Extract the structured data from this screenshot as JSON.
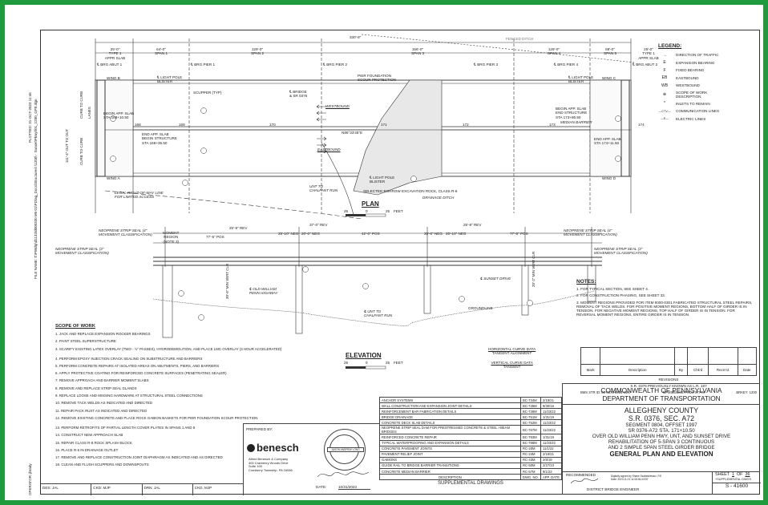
{
  "plot_info": {
    "plotted": "PLOTTED:  31-OCT-2023 11:46",
    "file_name": "FILE NAME: T:\\PWdtp\\d1133\\d000330 M0 01\\PD\\ag_Docs\\Structures\\ \\1200\\ - Sunset\\Pkwy\\\\01_1200_GPE.dgn",
    "operator": "OPERATOR: jbrady"
  },
  "plan": {
    "title": "PLAN",
    "scale_labels": [
      "25",
      "0",
      "25"
    ],
    "scale_unit": "FEET",
    "overall_length": "330'-6\"",
    "spans": [
      {
        "dim": "25'-0\"",
        "label": "TYPE 1\nAPPR SLAB"
      },
      {
        "dim": "64'-0\"",
        "label": "SPAN 1"
      },
      {
        "dim": "129'-0\"",
        "label": "SPAN 2"
      },
      {
        "dim": "156'-0\"",
        "label": "SPAN 3"
      },
      {
        "dim": "129'-0\"",
        "label": "SPAN 4"
      },
      {
        "dim": "68'-0\"",
        "label": "SPAN 5"
      },
      {
        "dim": "25'-0\"",
        "label": "TYPE 1\nAPPR SLAB"
      }
    ],
    "bearings": [
      "℄ BRG ABUT 1",
      "℄ BRG PIER 1",
      "℄ BRG PIER 2",
      "℄ BRG PIER 3",
      "℄ BRG PIER 4",
      "℄ BRG ABUT 2"
    ],
    "stations": [
      "168",
      "169",
      "170",
      "171",
      "172",
      "173",
      "174"
    ],
    "wings": [
      "WING B",
      "WING A",
      "WING C",
      "WING D"
    ],
    "labels": {
      "light_pole_top": "℄ LIGHT POLE\nBLISTER",
      "light_pole_right": "℄ LIGHT POLE\nBLISTER",
      "light_pole_bottom": "℄ LIGHT POLE\nBLISTER",
      "scupper": "SCUPPER (TYP)",
      "bridge_cl": "℄ BRIDGE\n& SR 0376",
      "westbound": "WESTBOUND",
      "eastbound": "EASTBOUND",
      "bearing": "N86°33'45\"E",
      "pier_scour": "PIER FOUNDATION\nSCOUR PROTECTION",
      "begin_slab_left": "BEGIN APP. SLAB\nSTA 168+10.50",
      "end_slab_left": "END APP. SLAB\nBEGIN STRUCTURE\nSTA 168+35.50",
      "begin_slab_right": "BEGIN APP. SLAB\nEND STRUCTURE\nSTA 173+86.50",
      "end_slab_right": "END APP. SLAB\nSTA 174+11.50",
      "median_barrier": "MEDIAN BARRIER",
      "row_line": "LEGAL RIGHT-OF-WAY LINE\nFOR LIMITED ACCESS",
      "chalfant_run_plan": "UNT TO\nCHALFANT RUN",
      "borrow": "SELECTED BORROW EXCAVATION ROCK, CLASS R-6",
      "drainage": "DRAINAGE DITCH",
      "fenced": "FENCED DITCH",
      "curb_top": "CURB TO CURB",
      "curb_bot": "CURB TO CURB",
      "out_to_out": "111'-4\" OUT TO OUT",
      "lanes": "LANES"
    }
  },
  "elevation": {
    "title": "ELEVATION",
    "scale_labels": [
      "25",
      "0",
      "25"
    ],
    "scale_unit": "FEET",
    "moment_region": "MOMENT\nREGION\n(NOTE 3)",
    "dims": [
      "77'-5\" POS",
      "25'-8\" REV",
      "25'-10\" NEG",
      "20'-0\" NEG",
      "37'-0\" REV",
      "42'-0\" POS",
      "20'-0\" NEG",
      "25'-10\" NEG",
      "25'-8\" REV",
      "77'-5\" POS"
    ],
    "seals": {
      "left_top": "NEOPRENE STRIP SEAL (4\"\nMOVEMENT CLASSIFICATION)",
      "left_mid": "NEOPRENE STRIP SEAL (3\"\nMOVEMENT CLASSIFICATION)",
      "right_top": "NEOPRENE STRIP SEAL (4\"\nMOVEMENT CLASSIFICATION)",
      "right_mid": "NEOPRENE STRIP SEAL (3\"\nMOVEMENT CLASSIFICATION)"
    },
    "labels": {
      "old_william": "℄ OLD WILLIAM\nPENN HIGHWAY",
      "sunset": "℄ SUNSET DRIVE",
      "unt": "℄ UNT TO\nCHALFANT RUN",
      "groundline": "GROUNDLINE",
      "vert_left": "30'-6\" MIN VERT CLR",
      "vert_right": "20'-2\" MIN VERT CLR"
    }
  },
  "legend": {
    "title": "LEGEND:",
    "items": [
      {
        "sym": "→",
        "text": "DIRECTION OF TRAFFIC"
      },
      {
        "sym": "E",
        "text": "EXPANSION BEARING"
      },
      {
        "sym": "F",
        "text": "FIXED BEARING"
      },
      {
        "sym": "EB",
        "text": "EASTBOUND"
      },
      {
        "sym": "WB",
        "text": "WESTBOUND"
      },
      {
        "sym": "⊕",
        "text": "SCOPE OF WORK\nDESCRIPTION"
      },
      {
        "sym": "*",
        "text": "INLETS TO REMAIN"
      },
      {
        "sym": "—CTV—",
        "text": "COMMUNICATION LINES"
      },
      {
        "sym": "—E—",
        "text": "ELECTRIC LINES"
      }
    ]
  },
  "notes": {
    "title": "NOTES:",
    "items": [
      "1.  FOR TYPICAL SECTION, SEE SHEET 4.",
      "2.  FOR CONSTRUCTION PHASING, SEE SHEET 33.",
      "3.  MOMENT REGIONS PROVIDED FOR ITEM 9000-0301 FABRICATED STRUCTURAL STEEL REPAIRS, REMOVAL OF TACK WELDS. FOR POSITIVE MOMENT REGIONS, BOTTOM HALF OF GIRDER IS IN TENSION. FOR NEGATIVE MOMENT REGIONS, TOP HALF OF GIRDER IS IN TENSION. FOR REVERSAL MOMENT REGIONS, ENTIRE GIRDER IS IN TENSION."
    ]
  },
  "scope": {
    "title": "SCOPE OF WORK",
    "items": [
      "1.  JACK AND REPLACE EXPANSION ROCKER BEARINGS",
      "2.  PAINT STEEL SUPERSTRUCTURE",
      "3.  SCARIFY EXISTING LATEX OVERLAY (TWO - ½\" PASSES), HYDRODEMOLITION, AND PLACE LMC OVERLAY (3 HOUR ACCELERATED)",
      "4.  PERFORM EPOXY INJECTION CRACK SEALING ON SUBSTRUCTURE AND BARRIERS",
      "5.  PERFORM CONCRETE REPAIRS AT ISOLATED AREAS ON ABUTMENTS, PIERS, AND BARRIERS",
      "6.  APPLY PROTECTIVE COATING FOR REINFORCED CONCRETE SURFACES (PENETRATING SEALER)",
      "7.  REMOVE APPROACH AND BARRIER MOMENT SLABS",
      "8.  REMOVE AND REPLACE STRIP SEAL GLANDS",
      "9.  REPLACE LOOSE AND MISSING HARDWARE AT STRUCTURAL STEEL CONNECTIONS",
      "10. REMOVE TACK WELDS AS INDICATED AND DIRECTED",
      "11. REPAIR PACK RUST AS INDICATED AND DIRECTED",
      "12. REMOVE EXISTING CONCRETE AND PLACE ROCK GABION BASKETS FOR PIER FOUNDATION SCOUR PROTECTION",
      "13. PERFORM RETROFITS OF PARTIAL LENGTH COVER PLATES IN SPANS 1 AND 5",
      "14. CONSTRUCT NEW APPROACH SLAB",
      "15. REPAIR CLASS R-8 ROCK SPLASH BLOCK",
      "16. PLACE R-6 IN DRAINAGE OUTLET",
      "17. REMOVE AND REPLACE CONSTRUCTION JOINT DIAPHRAGM AS INDICATED AND AS DIRECTED",
      "18. CLEAN AND FLUSH SCUPPERS AND DOWNSPOUTS"
    ]
  },
  "curve_data": {
    "horizontal": "HORIZONTAL CURVE DATA",
    "horizontal_value": "TANGENT ALIGNMENT",
    "vertical": "VERTICAL CURVE DATA",
    "vertical_value": "TANGENT"
  },
  "footer_signoffs": {
    "des": "DES: JAL",
    "ckd1": "CKD: MJP",
    "drn": "DRN: JAL",
    "ckd2": "CKD: MJP"
  },
  "prepared_by": {
    "label": "PREPARED BY:",
    "company": "benesch",
    "address": "Alfred Benesch & Company\n400 Cranberry Woods Drive\nSuite 100\nCranberry Township, PA  16066",
    "seal_name": "JASON ANDREW LONG",
    "date_label": "DATE:",
    "date": "10/31/2023"
  },
  "supplemental": {
    "title": "SUPPLEMENTAL DRAWINGS",
    "header": [
      "DESCRIPTION",
      "DWG. NO.",
      "APP. DATE"
    ],
    "rows": [
      [
        "ANCHOR SYSTEMS",
        "BC-734M",
        "2/19/21"
      ],
      [
        "WALL CONSTRUCTION AND EXPANSION JOINT DETAILS",
        "BC-735M",
        "9/30/16"
      ],
      [
        "REINFORCEMENT BAR FABRICATION DETAILS",
        "BC-736M",
        "11/23/22"
      ],
      [
        "BRIDGE DRAINAGE",
        "BC-751M",
        "1/31/19"
      ],
      [
        "CONCRETE DECK SLAB DETAILS",
        "BC-752M",
        "11/23/22"
      ],
      [
        "NEOPRENE STRIP SEAL DAM FOR PRESTRESSED CONCRETE & STEEL I-BEAM BRIDGES",
        "BC-767M",
        "11/23/22"
      ],
      [
        "REINFORCED CONCRETE REPAIR",
        "BC-783M",
        "1/31/19"
      ],
      [
        "TYPICAL WATERPROOFING AND EXPANSION DETAILS",
        "BC-788M",
        "11/23/22"
      ],
      [
        "CONCRETE PAVEMENT JOINTS",
        "RC-20M",
        "11/1/22"
      ],
      [
        "PAVEMENT RELIEF JOINT",
        "RC-24M",
        "2/19/21"
      ],
      [
        "GABIONS",
        "RC-43M",
        "2/8/19"
      ],
      [
        "GUIDE RAIL TO BRIDGE BARRIER TRANSITIONS",
        "RC-50M",
        "2/27/23"
      ],
      [
        "CONCRETE MEDIAN BARRIER",
        "RC-57M",
        "9/1/23"
      ]
    ]
  },
  "revisions": {
    "header": [
      "Mark",
      "Description",
      "By",
      "Chk'd",
      "Recm'd.",
      "Date"
    ],
    "title": "REVISIONS",
    "previously": "S.R. 0376 PREVIOUSLY KNOWN AS L.R. 187",
    "bms": "BMS STR ID: 02-0376-0804-1997",
    "mpms": "MPMS/ECMS PROJ: 87778",
    "brkey": "BRKEY: 1200"
  },
  "title_block": {
    "agency1": "COMMONWEALTH OF PENNSYLVANIA",
    "agency2": "DEPARTMENT OF TRANSPORTATION",
    "county": "ALLEGHENY COUNTY",
    "route": "S.R. 0376, SEC. A72",
    "segment": "SEGMENT 0804, OFFSET 1997",
    "station": "SR 0376-A72 STA. 171+10.50",
    "over": "OVER OLD WILLIAM PENN HWY, UNT, AND SUNSET DRIVE",
    "rehab1": "REHABILITATION OF 5-SPAN 3 CONTINUOUS",
    "rehab2": "AND 2 SIMPLE SPAN STEEL GIRDER BRIDGE",
    "sheet_title": "GENERAL PLAN AND ELEVATION",
    "recommended": "RECOMMENDED",
    "engineer": "DISTRICT BRIDGE ENGINEER",
    "digital_sig": "Digitally signed by Shane Szalankiewicz, P.E.\nDate: 2023.11.01 11:06:46-04'00'",
    "sheet_label": "SHEET",
    "sheet_num": "1",
    "sheet_of": "OF",
    "sheet_total": "36",
    "supplemental_count": "+SUPPLEMENTAL DWGS",
    "drawing_no": "S - 41600"
  }
}
